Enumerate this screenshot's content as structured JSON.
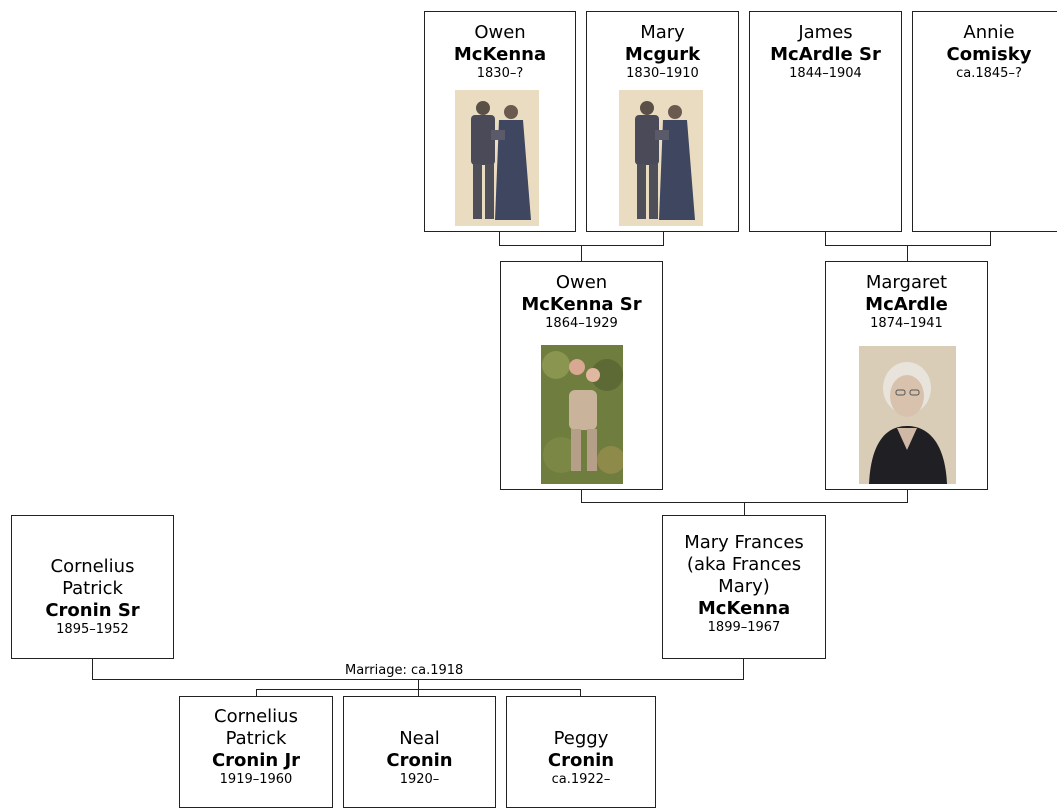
{
  "people": {
    "owen_mckenna": {
      "given": "Owen",
      "surname": "McKenna",
      "dates": "1830–?"
    },
    "mary_mcgurk": {
      "given": "Mary",
      "surname": "Mcgurk",
      "dates": "1830–1910"
    },
    "james_mcardle_sr": {
      "given": "James",
      "surname": "McArdle Sr",
      "dates": "1844–1904"
    },
    "annie_comisky": {
      "given": "Annie",
      "surname": "Comisky",
      "dates": "ca.1845–?"
    },
    "owen_mckenna_sr": {
      "given": "Owen",
      "surname": "McKenna Sr",
      "dates": "1864–1929"
    },
    "margaret_mcardle": {
      "given": "Margaret",
      "surname": "McArdle",
      "dates": "1874–1941"
    },
    "cornelius_cronin_sr": {
      "given1": "Cornelius",
      "given2": "Patrick",
      "surname": "Cronin Sr",
      "dates": "1895–1952"
    },
    "mary_frances_mckenna": {
      "given1": "Mary Frances",
      "given2": "(aka Frances",
      "given3": "Mary)",
      "surname": "McKenna",
      "dates": "1899–1967"
    },
    "cornelius_cronin_jr": {
      "given1": "Cornelius",
      "given2": "Patrick",
      "surname": "Cronin Jr",
      "dates": "1919–1960"
    },
    "neal_cronin": {
      "given": "Neal",
      "surname": "Cronin",
      "dates": "1920–"
    },
    "peggy_cronin": {
      "given": "Peggy",
      "surname": "Cronin",
      "dates": "ca.1922–"
    }
  },
  "marriage_label": "Marriage: ca.1918",
  "colors": {
    "border": "#222222",
    "photo_sepia_bg": "#e9dcc0",
    "photo_figure": "#4a4a58",
    "photo_garden": "#6f7d3e",
    "photo_portrait_bg": "#d9cdb8"
  }
}
